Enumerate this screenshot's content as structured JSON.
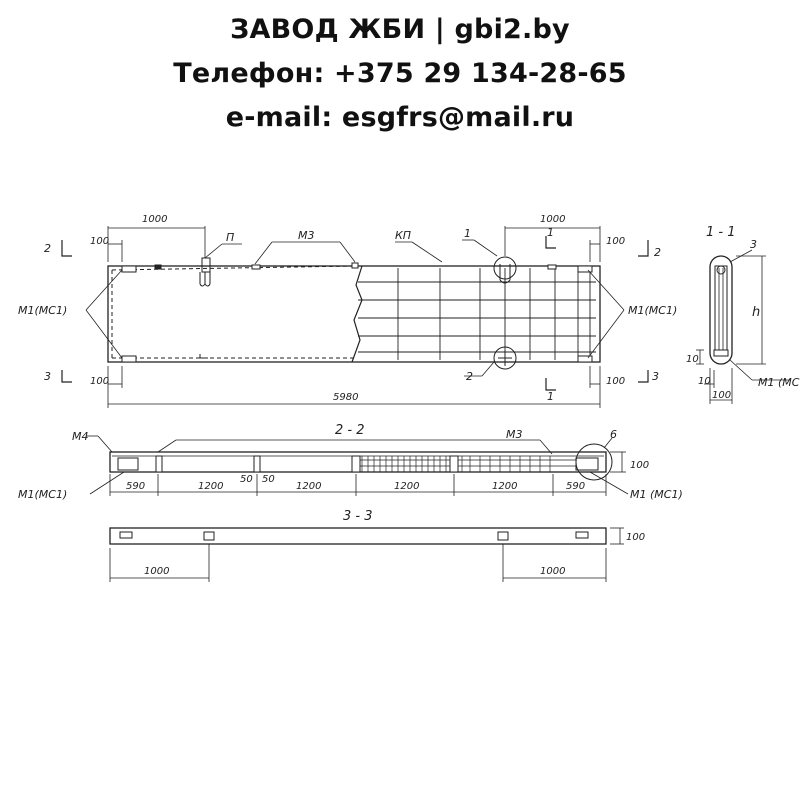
{
  "header": {
    "title": "ЗАВОД ЖБИ | gbi2.by",
    "phone": "Телефон: +375 29 134-28-65",
    "email": "e-mail: esgfrs@mail.ru"
  },
  "drawing": {
    "plan": {
      "dim_top_left": "1000",
      "dim_top_right": "1000",
      "dim_100_tl": "100",
      "dim_100_tr": "100",
      "dim_100_bl": "100",
      "dim_100_br": "100",
      "dim_total": "5980",
      "label_p": "П",
      "label_m3": "М3",
      "label_kp": "КП",
      "label_1_top": "1",
      "label_1_cut_top": "1",
      "label_1_cut_bottom": "1",
      "label_2_callout": "2",
      "label_2_left": "2",
      "label_2_right": "2",
      "label_3_left": "3",
      "label_3_right": "3",
      "label_m1_left": "М1(МС1)",
      "label_m1_right": "М1(МС1)"
    },
    "section_1_1": {
      "title": "1 - 1",
      "label_3": "3",
      "label_h": "h",
      "dim_10_a": "10",
      "dim_10_b": "10",
      "dim_100": "100",
      "label_m1": "М1 (МС"
    },
    "section_2_2": {
      "title": "2 - 2",
      "label_m4": "М4",
      "label_m3": "М3",
      "label_6": "6",
      "dim_590_left": "590",
      "dim_1200_a": "1200",
      "dim_50_a": "50",
      "dim_50_b": "50",
      "dim_1200_b": "1200",
      "dim_1200_c": "1200",
      "dim_1200_d": "1200",
      "dim_590_right": "590",
      "dim_100": "100",
      "label_m1_left": "М1(МС1)",
      "label_m1_right": "М1 (МС1)"
    },
    "section_3_3": {
      "title": "3 - 3",
      "dim_1000_left": "1000",
      "dim_1000_right": "1000",
      "dim_100": "100"
    }
  }
}
